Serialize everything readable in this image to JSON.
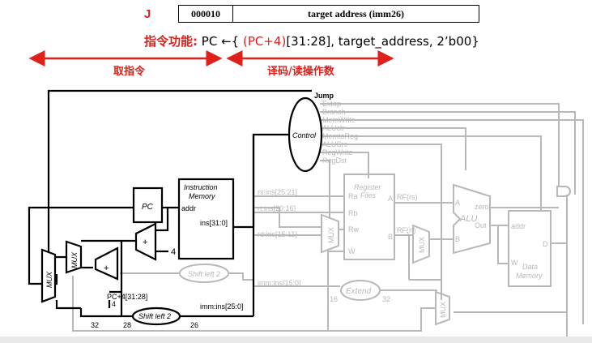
{
  "header": {
    "instr_letter": "J",
    "opcode": "000010",
    "target": "target address (imm26)"
  },
  "function": {
    "label": "指令功能:",
    "pc": "PC",
    "arrow": "←",
    "open": "{ ",
    "pcplus4": "(PC+4)",
    "bits": "[31:28],  target_address, 2’b00}"
  },
  "stages": {
    "fetch": "取指令",
    "decode": "译码/读操作数"
  },
  "colors": {
    "accent": "#e0201b",
    "active": "#000000",
    "inactive": "#b8b8b8"
  },
  "diagram": {
    "pc": "PC",
    "imem_title_1": "Instruction",
    "imem_title_2": "Memory",
    "addr": "addr",
    "ins": "ins[31:0]",
    "control": "Control",
    "jump": "Jump",
    "signals": [
      "Extop",
      "Branch",
      "MemWrite",
      "ALUctr",
      "MemtoReg",
      "ALUSrc",
      "RegWrite",
      "RegDst"
    ],
    "rs": "rs:ins[25:21]",
    "rt": "rt:ins[20:16]",
    "rd": "rd:ins[15:11]",
    "imm": "imm:ins[15:0]",
    "immj": "imm:ins[25:0]",
    "rf_title_1": "Register",
    "rf_title_2": "Files",
    "ra": "Ra",
    "rb": "Rb",
    "rw": "Rw",
    "w": "W",
    "port_a": "A",
    "port_b": "B",
    "rfrs": "RF(rs)",
    "rfrt": "RF(rt)",
    "alu": "ALU",
    "alu_a": "A",
    "alu_b": "B",
    "zero": "zero",
    "out": "Out",
    "dm_addr": "addr",
    "dm_d": "D",
    "dm_w": "W",
    "dm_title_1": "Data",
    "dm_title_2": "Memory",
    "mux": "MUX",
    "plus": "+",
    "four": "4",
    "four2": "4",
    "shift_left_2": "Shift left 2",
    "shift_left_2_j": "Shift left 2",
    "extend": "Extend",
    "pc4bits": "PC+4[31:28]",
    "n16": "16",
    "n32": "32",
    "n32b": "32",
    "n28": "28",
    "n26": "26"
  }
}
